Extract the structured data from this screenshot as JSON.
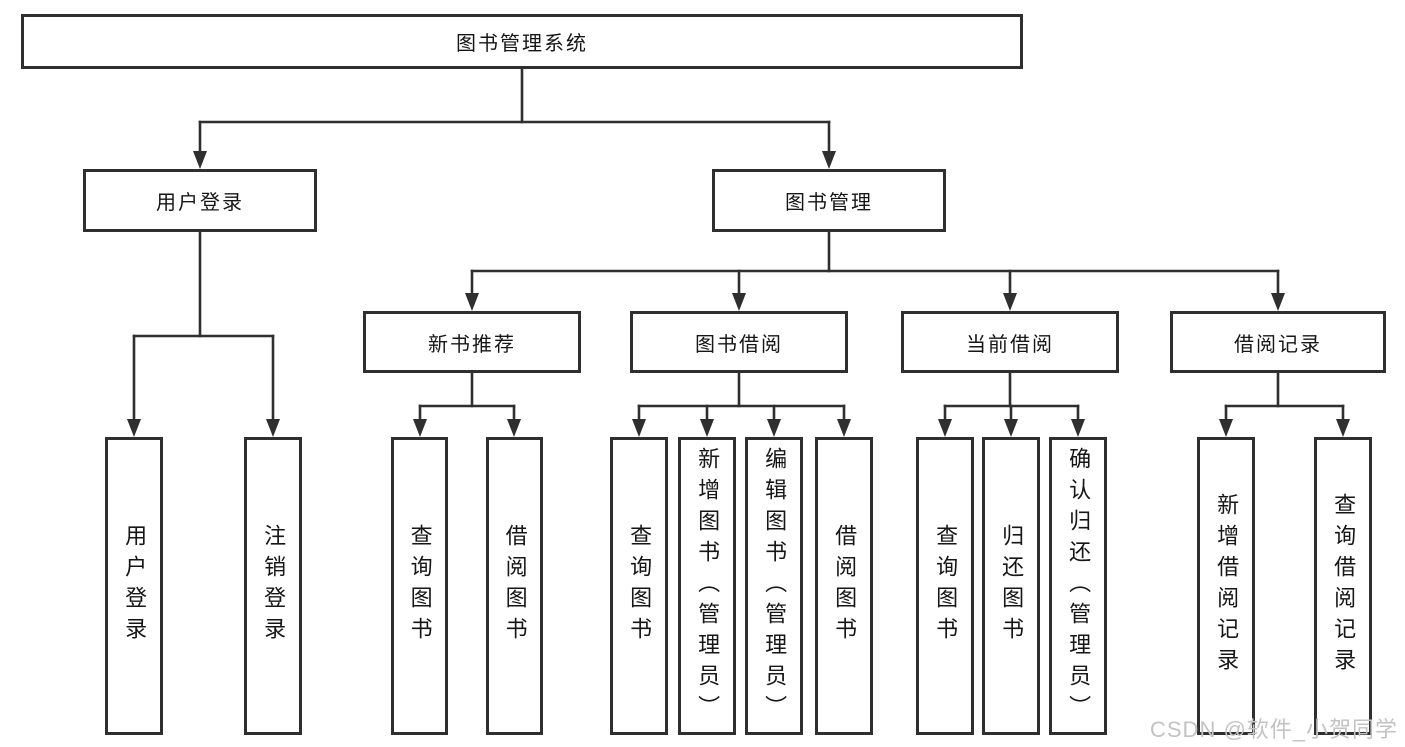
{
  "tree": {
    "root": {
      "label": "图书管理系统"
    },
    "branches": [
      {
        "label": "用户登录",
        "children": [
          {
            "label": "用户登录"
          },
          {
            "label": "注销登录"
          }
        ]
      },
      {
        "label": "图书管理",
        "children": [
          {
            "label": "新书推荐",
            "children": [
              {
                "label": "查询图书"
              },
              {
                "label": "借阅图书"
              }
            ]
          },
          {
            "label": "图书借阅",
            "children": [
              {
                "label": "查询图书"
              },
              {
                "label": "新增图书（管理员）"
              },
              {
                "label": "编辑图书（管理员）"
              },
              {
                "label": "借阅图书"
              }
            ]
          },
          {
            "label": "当前借阅",
            "children": [
              {
                "label": "查询图书"
              },
              {
                "label": "归还图书"
              },
              {
                "label": "确认归还（管理员）"
              }
            ]
          },
          {
            "label": "借阅记录",
            "children": [
              {
                "label": "新增借阅记录"
              },
              {
                "label": "查询借阅记录"
              }
            ]
          }
        ]
      }
    ]
  },
  "watermark": {
    "text": "CSDN @软件_小贺同学"
  },
  "colors": {
    "line": "#2f2f2f",
    "text": "#161616",
    "watermark": "#c3c3c3",
    "background": "#ffffff"
  }
}
